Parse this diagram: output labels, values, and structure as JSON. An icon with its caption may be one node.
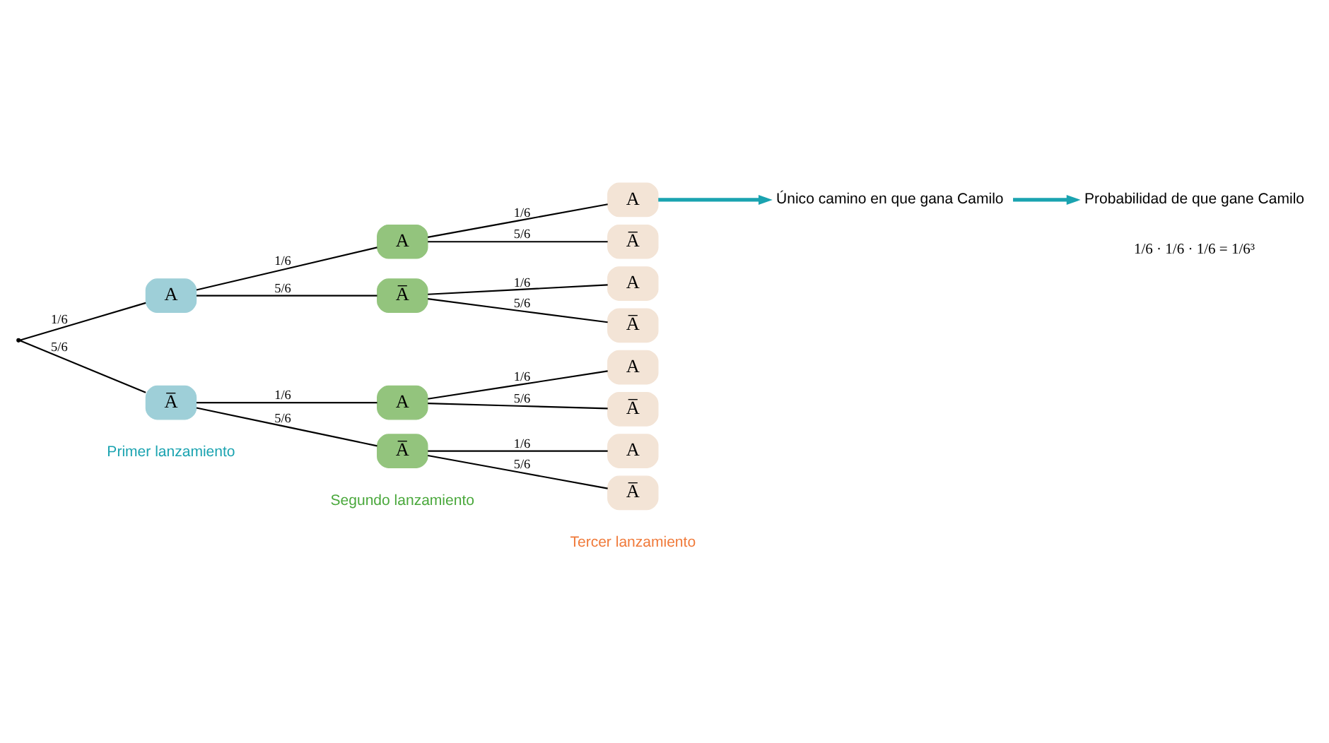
{
  "diagram": {
    "nodes": [
      {
        "text": [],
        "shape": "point"
      },
      {
        "text": [
          "A"
        ]
      },
      {
        "text": [
          "A̅"
        ]
      },
      {
        "text": [
          "A"
        ]
      },
      {
        "text": [
          "A̅"
        ]
      },
      {
        "text": [
          "A"
        ]
      },
      {
        "text": [
          "A̅"
        ]
      },
      {
        "text": [
          "A"
        ]
      },
      {
        "text": [
          "A̅"
        ]
      },
      {
        "text": [
          "A"
        ]
      },
      {
        "text": [
          "A̅"
        ]
      },
      {
        "text": [
          "A"
        ]
      },
      {
        "text": [
          "A̅"
        ]
      },
      {
        "text": [
          "A"
        ]
      },
      {
        "text": [
          "A̅"
        ]
      },
      {
        "text": [
          "Único camino en que gana Camilo"
        ]
      },
      {
        "text": [
          "Probabilidad de que gane Camilo"
        ]
      }
    ],
    "edges": [
      {
        "from": 0,
        "to": 1,
        "arrow": "none",
        "label": "1/6"
      },
      {
        "from": 0,
        "to": 2,
        "arrow": "none",
        "label": "5/6"
      },
      {
        "from": 1,
        "to": 3,
        "arrow": "none",
        "label": "1/6"
      },
      {
        "from": 1,
        "to": 4,
        "arrow": "none",
        "label": "5/6"
      },
      {
        "from": 2,
        "to": 5,
        "arrow": "none",
        "label": "1/6"
      },
      {
        "from": 2,
        "to": 6,
        "arrow": "none",
        "label": "5/6"
      },
      {
        "from": 3,
        "to": 7,
        "arrow": "none",
        "label": "1/6"
      },
      {
        "from": 3,
        "to": 8,
        "arrow": "none",
        "label": "5/6"
      },
      {
        "from": 4,
        "to": 9,
        "arrow": "none",
        "label": "1/6"
      },
      {
        "from": 4,
        "to": 10,
        "arrow": "none",
        "label": "5/6"
      },
      {
        "from": 5,
        "to": 11,
        "arrow": "none",
        "label": "1/6"
      },
      {
        "from": 5,
        "to": 12,
        "arrow": "none",
        "label": "5/6"
      },
      {
        "from": 6,
        "to": 13,
        "arrow": "none",
        "label": "1/6"
      },
      {
        "from": 6,
        "to": 14,
        "arrow": "none",
        "label": "5/6"
      },
      {
        "from": 7,
        "to": 15,
        "arrow": "to",
        "style": "thick",
        "color": "#1aa3b0"
      },
      {
        "from": 15,
        "to": 16,
        "arrow": "to",
        "style": "thick",
        "color": "#1aa3b0"
      }
    ],
    "labels": [
      "1/6 · 1/6 · 1/6 = 1/6³",
      "Primer lanzamiento",
      "Segundo lanzamiento",
      "Tercer lanzamiento"
    ]
  }
}
